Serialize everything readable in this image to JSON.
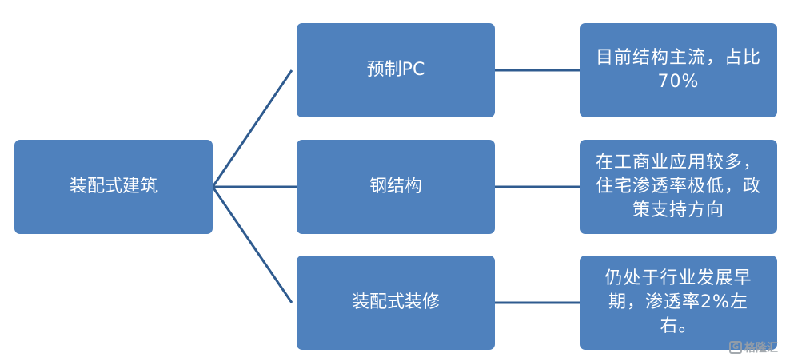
{
  "root": {
    "label": "装配式建筑"
  },
  "branches": [
    {
      "label": "预制PC",
      "detail": [
        "目前结构主流，占比",
        "70%"
      ]
    },
    {
      "label": "钢结构",
      "detail": [
        "在工商业应用较多，",
        "住宅渗透率极低，政",
        "策支持方向"
      ]
    },
    {
      "label": "装配式装修",
      "detail": [
        "仍处于行业发展早",
        "期，渗透率2%左",
        "右。"
      ]
    }
  ],
  "colors": {
    "box": "#4f81bd",
    "line": "#2f5b8f",
    "text": "#ffffff"
  },
  "watermark": {
    "text": "格隆汇",
    "icon": "g-logo-icon"
  }
}
